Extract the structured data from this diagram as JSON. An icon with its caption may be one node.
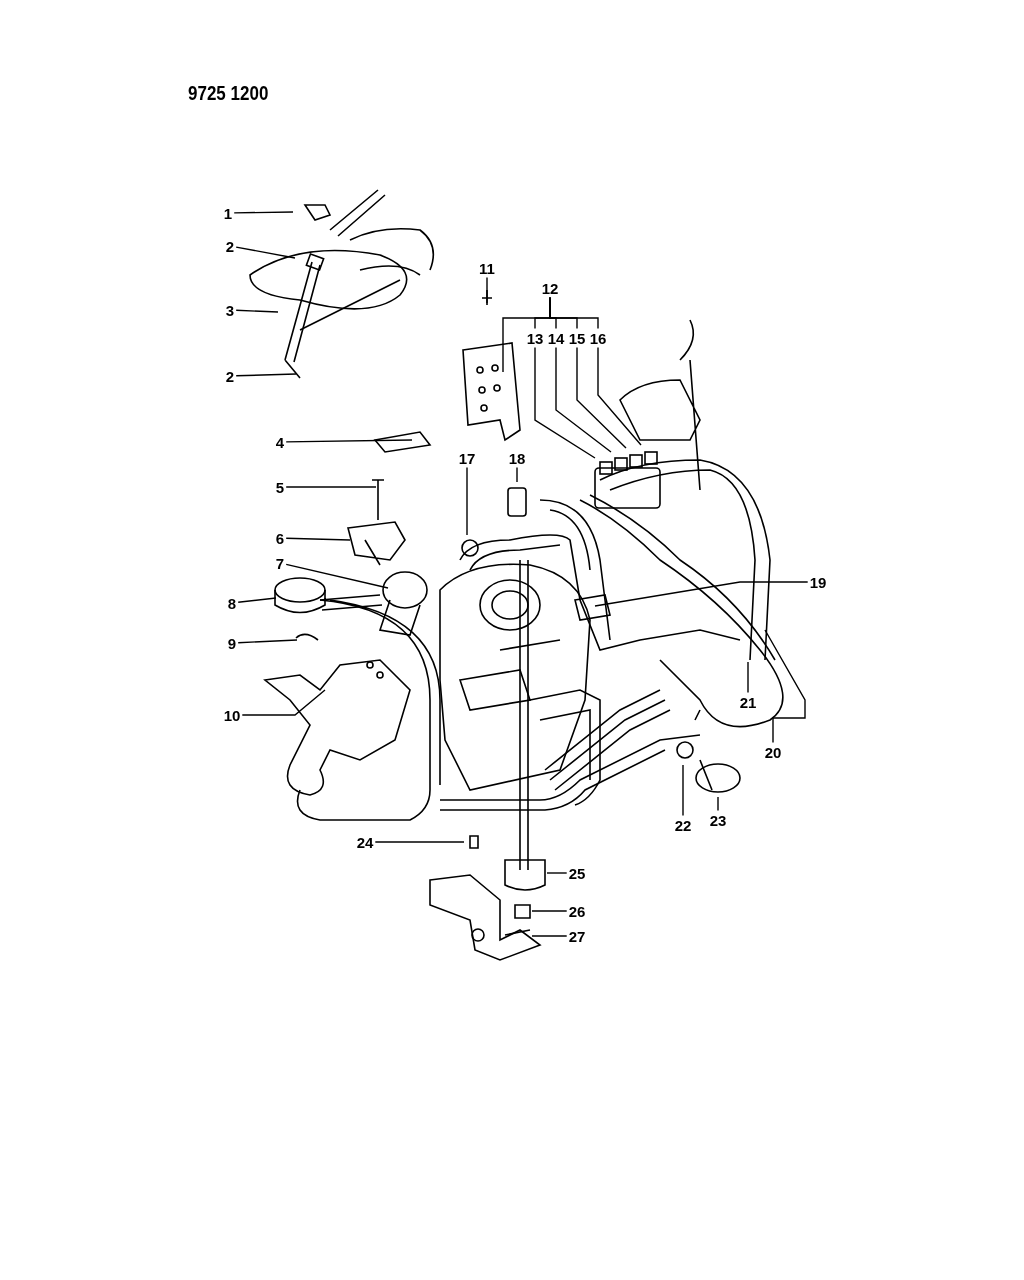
{
  "diagram": {
    "nodes": [
      {
        "text": [
          "1"
        ]
      },
      {
        "text": [
          "2"
        ]
      },
      {
        "text": [
          "3"
        ]
      },
      {
        "text": [
          "2"
        ]
      },
      {
        "text": [
          "4"
        ]
      },
      {
        "text": [
          "5"
        ]
      },
      {
        "text": [
          "6"
        ]
      },
      {
        "text": [
          "7"
        ]
      },
      {
        "text": [
          "8"
        ]
      },
      {
        "text": [
          "9"
        ]
      },
      {
        "text": [
          "10"
        ]
      },
      {
        "text": [
          "11"
        ]
      },
      {
        "text": [
          "12"
        ]
      },
      {
        "text": [
          "13"
        ]
      },
      {
        "text": [
          "14"
        ]
      },
      {
        "text": [
          "15"
        ]
      },
      {
        "text": [
          "16"
        ]
      },
      {
        "text": [
          "17"
        ]
      },
      {
        "text": [
          "18"
        ]
      },
      {
        "text": [
          "19"
        ]
      },
      {
        "text": [
          "20"
        ]
      },
      {
        "text": [
          "21"
        ]
      },
      {
        "text": [
          "22"
        ]
      },
      {
        "text": [
          "23"
        ]
      },
      {
        "text": [
          "24"
        ]
      },
      {
        "text": [
          "25"
        ]
      },
      {
        "text": [
          "26"
        ]
      },
      {
        "text": [
          "27"
        ]
      }
    ],
    "edges": [
      {
        "from": 0,
        "to": null,
        "arrow": "none"
      },
      {
        "from": 1,
        "to": null,
        "arrow": "none"
      },
      {
        "from": 2,
        "to": null,
        "arrow": "none"
      },
      {
        "from": 3,
        "to": null,
        "arrow": "none"
      },
      {
        "from": 4,
        "to": null,
        "arrow": "none"
      },
      {
        "from": 5,
        "to": null,
        "arrow": "none"
      },
      {
        "from": 6,
        "to": null,
        "arrow": "none"
      },
      {
        "from": 7,
        "to": null,
        "arrow": "none"
      },
      {
        "from": 8,
        "to": null,
        "arrow": "none"
      },
      {
        "from": 9,
        "to": null,
        "arrow": "none"
      },
      {
        "from": 10,
        "to": null,
        "arrow": "none"
      },
      {
        "from": 11,
        "to": null,
        "arrow": "none"
      },
      {
        "from": 12,
        "to": null,
        "arrow": "none"
      },
      {
        "from": 13,
        "to": null,
        "arrow": "none"
      },
      {
        "from": 14,
        "to": null,
        "arrow": "none"
      },
      {
        "from": 15,
        "to": null,
        "arrow": "none"
      },
      {
        "from": 16,
        "to": null,
        "arrow": "none"
      },
      {
        "from": 17,
        "to": null,
        "arrow": "none"
      },
      {
        "from": 18,
        "to": null,
        "arrow": "none"
      },
      {
        "from": 19,
        "to": null,
        "arrow": "none"
      },
      {
        "from": 20,
        "to": null,
        "arrow": "none"
      },
      {
        "from": 21,
        "to": null,
        "arrow": "none"
      },
      {
        "from": 22,
        "to": null,
        "arrow": "none"
      },
      {
        "from": 23,
        "to": null,
        "arrow": "none"
      },
      {
        "from": 24,
        "to": null,
        "arrow": "none"
      },
      {
        "from": 25,
        "to": null,
        "arrow": "none"
      },
      {
        "from": 26,
        "to": null,
        "arrow": "none"
      },
      {
        "from": 27,
        "to": null,
        "arrow": "none"
      },
      {
        "from": 12,
        "to": 13,
        "arrow": "none"
      },
      {
        "from": 12,
        "to": 14,
        "arrow": "none"
      },
      {
        "from": 12,
        "to": 15,
        "arrow": "none"
      },
      {
        "from": 12,
        "to": 16,
        "arrow": "none"
      }
    ],
    "labels": [
      "9725 1200"
    ]
  }
}
